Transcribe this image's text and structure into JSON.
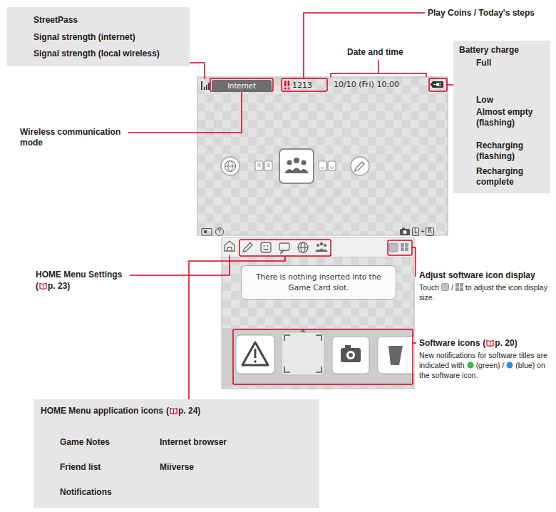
{
  "diagram": {
    "nodes": [
      {
        "text": [
          "StreetPass",
          "Signal strength (internet)",
          "Signal strength (local wireless)"
        ]
      },
      {
        "text": [
          "Internet"
        ]
      },
      {
        "text": [
          "Battery charge",
          "Full",
          "Low",
          "Almost empty (flashing)",
          "Recharging (flashing)",
          "Recharging complete"
        ]
      },
      {
        "text": [
          "There is nothing inserted into the Game Card slot."
        ]
      },
      {
        "text": [
          "HOME Menu application icons",
          "(",
          "p. 24)",
          "Game Notes",
          "Internet browser",
          "Friend list",
          "Miiverse",
          "Notifications"
        ]
      }
    ],
    "labels": [
      "Play Coins / Today's steps",
      "Date and time",
      "1213",
      "10/10 (Fri) 10:00",
      "Wireless communication mode",
      "Y",
      "L",
      "+",
      "R",
      "HOME Menu Settings",
      "(",
      "p. 23)",
      "Adjust software icon display",
      "Touch",
      "/",
      "to adjust the icon display size.",
      "Software icons",
      "(",
      "p. 20)",
      "New notifications for software titles are indicated with",
      "(green) /",
      "(blue) on the software icon."
    ]
  }
}
